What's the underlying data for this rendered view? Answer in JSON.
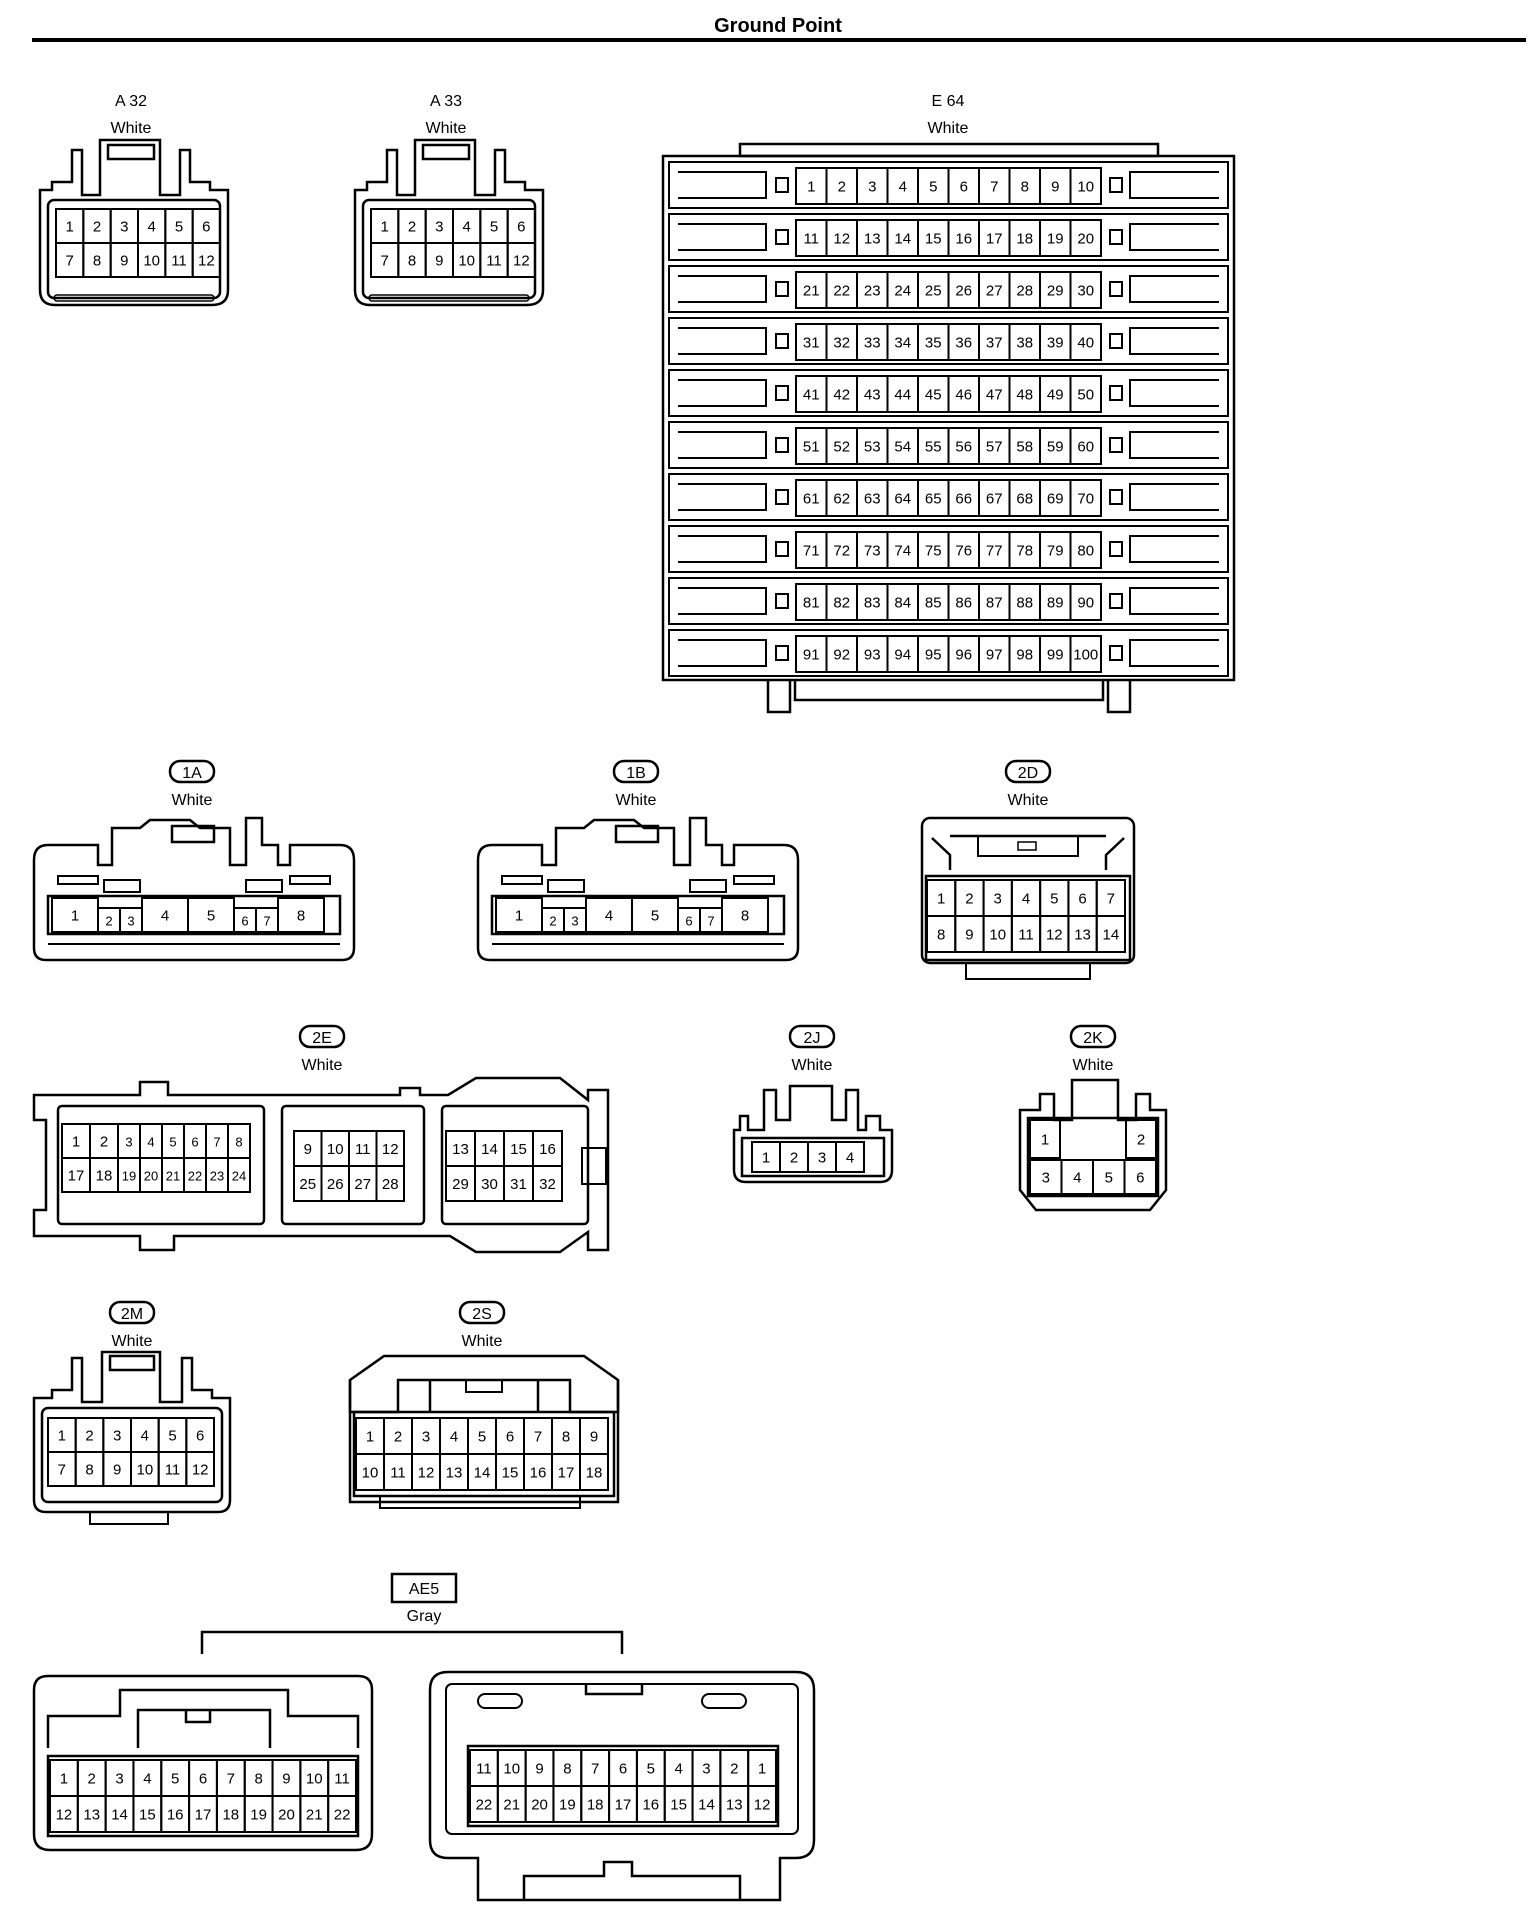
{
  "page_title": "Ground Point",
  "connectors": {
    "a32": {
      "code": "A 32",
      "color": "White",
      "rows": [
        [
          "1",
          "2",
          "3",
          "4",
          "5",
          "6"
        ],
        [
          "7",
          "8",
          "9",
          "10",
          "11",
          "12"
        ]
      ]
    },
    "a33": {
      "code": "A 33",
      "color": "White",
      "rows": [
        [
          "1",
          "2",
          "3",
          "4",
          "5",
          "6"
        ],
        [
          "7",
          "8",
          "9",
          "10",
          "11",
          "12"
        ]
      ]
    },
    "e64": {
      "code": "E 64",
      "color": "White",
      "rows": [
        [
          "1",
          "2",
          "3",
          "4",
          "5",
          "6",
          "7",
          "8",
          "9",
          "10"
        ],
        [
          "11",
          "12",
          "13",
          "14",
          "15",
          "16",
          "17",
          "18",
          "19",
          "20"
        ],
        [
          "21",
          "22",
          "23",
          "24",
          "25",
          "26",
          "27",
          "28",
          "29",
          "30"
        ],
        [
          "31",
          "32",
          "33",
          "34",
          "35",
          "36",
          "37",
          "38",
          "39",
          "40"
        ],
        [
          "41",
          "42",
          "43",
          "44",
          "45",
          "46",
          "47",
          "48",
          "49",
          "50"
        ],
        [
          "51",
          "52",
          "53",
          "54",
          "55",
          "56",
          "57",
          "58",
          "59",
          "60"
        ],
        [
          "61",
          "62",
          "63",
          "64",
          "65",
          "66",
          "67",
          "68",
          "69",
          "70"
        ],
        [
          "71",
          "72",
          "73",
          "74",
          "75",
          "76",
          "77",
          "78",
          "79",
          "80"
        ],
        [
          "81",
          "82",
          "83",
          "84",
          "85",
          "86",
          "87",
          "88",
          "89",
          "90"
        ],
        [
          "91",
          "92",
          "93",
          "94",
          "95",
          "96",
          "97",
          "98",
          "99",
          "100"
        ]
      ]
    },
    "c1a": {
      "code": "1A",
      "color": "White",
      "pins": [
        "1",
        "2",
        "3",
        "4",
        "5",
        "6",
        "7",
        "8"
      ]
    },
    "c1b": {
      "code": "1B",
      "color": "White",
      "pins": [
        "1",
        "2",
        "3",
        "4",
        "5",
        "6",
        "7",
        "8"
      ]
    },
    "c2d": {
      "code": "2D",
      "color": "White",
      "rows": [
        [
          "1",
          "2",
          "3",
          "4",
          "5",
          "6",
          "7"
        ],
        [
          "8",
          "9",
          "10",
          "11",
          "12",
          "13",
          "14"
        ]
      ]
    },
    "c2e": {
      "code": "2E",
      "color": "White",
      "block1_top": [
        "1",
        "2",
        "3",
        "4",
        "5",
        "6",
        "7",
        "8"
      ],
      "block1_bottom": [
        "17",
        "18",
        "19",
        "20",
        "21",
        "22",
        "23",
        "24"
      ],
      "block2_top": [
        "9",
        "10",
        "11",
        "12"
      ],
      "block2_bottom": [
        "25",
        "26",
        "27",
        "28"
      ],
      "block3_top": [
        "13",
        "14",
        "15",
        "16"
      ],
      "block3_bottom": [
        "29",
        "30",
        "31",
        "32"
      ]
    },
    "c2j": {
      "code": "2J",
      "color": "White",
      "pins": [
        "1",
        "2",
        "3",
        "4"
      ]
    },
    "c2k": {
      "code": "2K",
      "color": "White",
      "rows": [
        [
          "1",
          "2"
        ],
        [
          "3",
          "4",
          "5",
          "6"
        ]
      ]
    },
    "c2m": {
      "code": "2M",
      "color": "White",
      "rows": [
        [
          "1",
          "2",
          "3",
          "4",
          "5",
          "6"
        ],
        [
          "7",
          "8",
          "9",
          "10",
          "11",
          "12"
        ]
      ]
    },
    "c2s": {
      "code": "2S",
      "color": "White",
      "rows": [
        [
          "1",
          "2",
          "3",
          "4",
          "5",
          "6",
          "7",
          "8",
          "9"
        ],
        [
          "10",
          "11",
          "12",
          "13",
          "14",
          "15",
          "16",
          "17",
          "18"
        ]
      ]
    },
    "ae5": {
      "code": "AE5",
      "color": "Gray",
      "left_rows": [
        [
          "1",
          "2",
          "3",
          "4",
          "5",
          "6",
          "7",
          "8",
          "9",
          "10",
          "11"
        ],
        [
          "12",
          "13",
          "14",
          "15",
          "16",
          "17",
          "18",
          "19",
          "20",
          "21",
          "22"
        ]
      ],
      "right_rows": [
        [
          "11",
          "10",
          "9",
          "8",
          "7",
          "6",
          "5",
          "4",
          "3",
          "2",
          "1"
        ],
        [
          "22",
          "21",
          "20",
          "19",
          "18",
          "17",
          "16",
          "15",
          "14",
          "13",
          "12"
        ]
      ]
    }
  }
}
